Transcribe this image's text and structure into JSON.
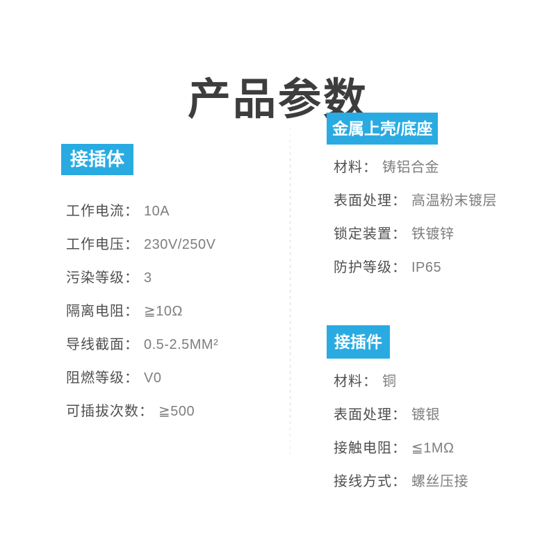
{
  "page": {
    "title": "产品参数",
    "accent_color": "#29abe2",
    "title_color": "#3d3d3d",
    "label_color": "#4e4f51",
    "value_color": "#7d7e80",
    "divider_color": "#d9d9d9",
    "background_color": "#ffffff"
  },
  "sections": [
    {
      "id": "connector-body",
      "header": "接插体",
      "items": [
        {
          "label": "工作电流：",
          "value": "10A"
        },
        {
          "label": "工作电压：",
          "value": "230V/250V"
        },
        {
          "label": "污染等级：",
          "value": "3"
        },
        {
          "label": "隔离电阻：",
          "value": "≧10Ω"
        },
        {
          "label": "导线截面：",
          "value": "0.5-2.5MM²"
        },
        {
          "label": "阻燃等级：",
          "value": "V0"
        },
        {
          "label": "可插拔次数：",
          "value": "≧500"
        }
      ]
    },
    {
      "id": "metal-shell-base",
      "header": "金属上壳/底座",
      "items": [
        {
          "label": "材料：",
          "value": "铸铝合金"
        },
        {
          "label": "表面处理：",
          "value": "高温粉末镀层"
        },
        {
          "label": "锁定装置：",
          "value": "铁镀锌"
        },
        {
          "label": "防护等级：",
          "value": "IP65"
        }
      ]
    },
    {
      "id": "connector-part",
      "header": "接插件",
      "items": [
        {
          "label": "材料：",
          "value": "铜"
        },
        {
          "label": "表面处理：",
          "value": "镀银"
        },
        {
          "label": "接触电阻：",
          "value": "≦1MΩ"
        },
        {
          "label": "接线方式：",
          "value": "螺丝压接"
        }
      ]
    }
  ]
}
